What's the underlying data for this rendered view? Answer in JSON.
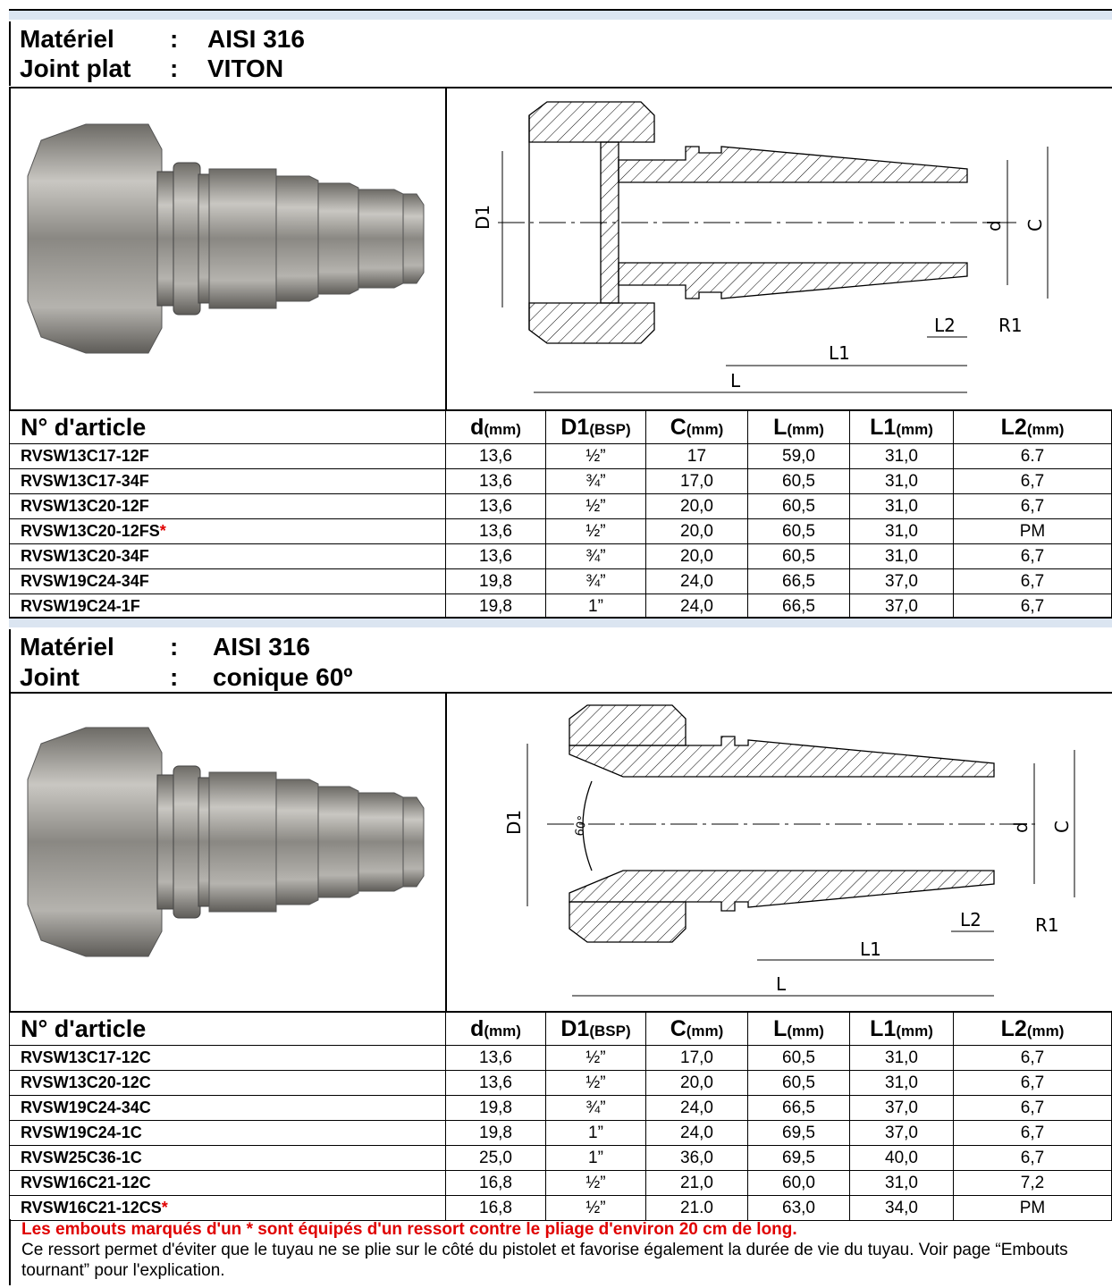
{
  "section1": {
    "material_label": "Matériel",
    "material_value": "AISI 316",
    "joint_label": "Joint plat",
    "joint_value": "VITON",
    "colon": ":"
  },
  "section2": {
    "material_label": "Matériel",
    "material_value": "AISI 316",
    "joint_label": "Joint",
    "joint_value": "conique 60º",
    "colon": ":"
  },
  "drawing_labels": {
    "D1": "D1",
    "d": "d",
    "C": "C",
    "L": "L",
    "L1": "L1",
    "L2": "L2",
    "R1": "R1",
    "angle": "60°"
  },
  "table_headers": {
    "article": "N° d'article",
    "d": "d",
    "d_unit": "(mm)",
    "D1": "D1",
    "D1_unit": "(BSP)",
    "C": "C",
    "C_unit": "(mm)",
    "L": "L",
    "L_unit": "(mm)",
    "L1": "L1",
    "L1_unit": "(mm)",
    "L2": "L2",
    "L2_unit": "(mm)"
  },
  "table1": [
    {
      "code": "RVSW13C17-12F",
      "star": "",
      "d": "13,6",
      "D1": "½”",
      "C": "17",
      "L": "59,0",
      "L1": "31,0",
      "L2": "6.7"
    },
    {
      "code": "RVSW13C17-34F",
      "star": "",
      "d": "13,6",
      "D1": "¾”",
      "C": "17,0",
      "L": "60,5",
      "L1": "31,0",
      "L2": "6,7"
    },
    {
      "code": "RVSW13C20-12F",
      "star": "",
      "d": "13,6",
      "D1": "½”",
      "C": "20,0",
      "L": "60,5",
      "L1": "31,0",
      "L2": "6,7"
    },
    {
      "code": "RVSW13C20-12FS",
      "star": "*",
      "d": "13,6",
      "D1": "½”",
      "C": "20,0",
      "L": "60,5",
      "L1": "31,0",
      "L2": "PM"
    },
    {
      "code": "RVSW13C20-34F",
      "star": "",
      "d": "13,6",
      "D1": "¾”",
      "C": "20,0",
      "L": "60,5",
      "L1": "31,0",
      "L2": "6,7"
    },
    {
      "code": "RVSW19C24-34F",
      "star": "",
      "d": "19,8",
      "D1": "¾”",
      "C": "24,0",
      "L": "66,5",
      "L1": "37,0",
      "L2": "6,7"
    },
    {
      "code": "RVSW19C24-1F",
      "star": "",
      "d": "19,8",
      "D1": "1”",
      "C": "24,0",
      "L": "66,5",
      "L1": "37,0",
      "L2": "6,7"
    }
  ],
  "table2": [
    {
      "code": "RVSW13C17-12C",
      "star": "",
      "d": "13,6",
      "D1": "½”",
      "C": "17,0",
      "L": "60,5",
      "L1": "31,0",
      "L2": "6,7"
    },
    {
      "code": "RVSW13C20-12C",
      "star": "",
      "d": "13,6",
      "D1": "½”",
      "C": "20,0",
      "L": "60,5",
      "L1": "31,0",
      "L2": "6,7"
    },
    {
      "code": "RVSW19C24-34C",
      "star": "",
      "d": "19,8",
      "D1": "¾”",
      "C": "24,0",
      "L": "66,5",
      "L1": "37,0",
      "L2": "6,7"
    },
    {
      "code": "RVSW19C24-1C",
      "star": "",
      "d": "19,8",
      "D1": "1”",
      "C": "24,0",
      "L": "69,5",
      "L1": "37,0",
      "L2": "6,7"
    },
    {
      "code": "RVSW25C36-1C",
      "star": "",
      "d": "25,0",
      "D1": "1”",
      "C": "36,0",
      "L": "69,5",
      "L1": "40,0",
      "L2": "6,7"
    },
    {
      "code": "RVSW16C21-12C",
      "star": "",
      "d": "16,8",
      "D1": "½”",
      "C": "21,0",
      "L": "60,0",
      "L1": "31,0",
      "L2": "7,2"
    },
    {
      "code": "RVSW16C21-12CS",
      "star": "*",
      "d": "16,8",
      "D1": "½”",
      "C": "21.0",
      "L": "63,0",
      "L1": "34,0",
      "L2": "PM"
    }
  ],
  "note": {
    "line1": "Les embouts marqués d'un * sont équipés d'un ressort contre le pliage d'environ 20 cm de long.",
    "line2": "Ce ressort permet d'éviter que le tuyau ne se plie sur le côté du pistolet et favorise également la durée de vie du tuyau. Voir page “Embouts tournant” pour l'explication."
  }
}
